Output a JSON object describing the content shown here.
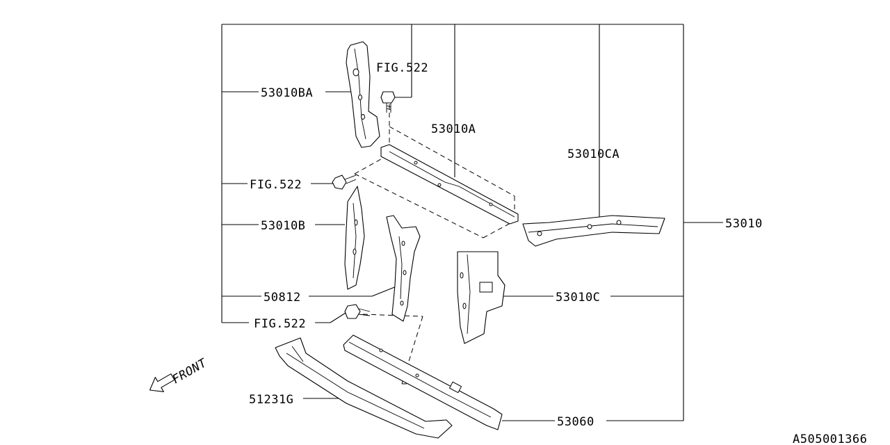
{
  "labels": {
    "p53010BA": "53010BA",
    "fig522_top": "FIG.522",
    "p53010A": "53010A",
    "p53010CA": "53010CA",
    "fig522_mid": "FIG.522",
    "p53010": "53010",
    "p53010B": "53010B",
    "p50812": "50812",
    "p53010C": "53010C",
    "fig522_bottom": "FIG.522",
    "p51231G": "51231G",
    "p53060": "53060",
    "front": "FRONT"
  },
  "diagram_id": "A505001366"
}
